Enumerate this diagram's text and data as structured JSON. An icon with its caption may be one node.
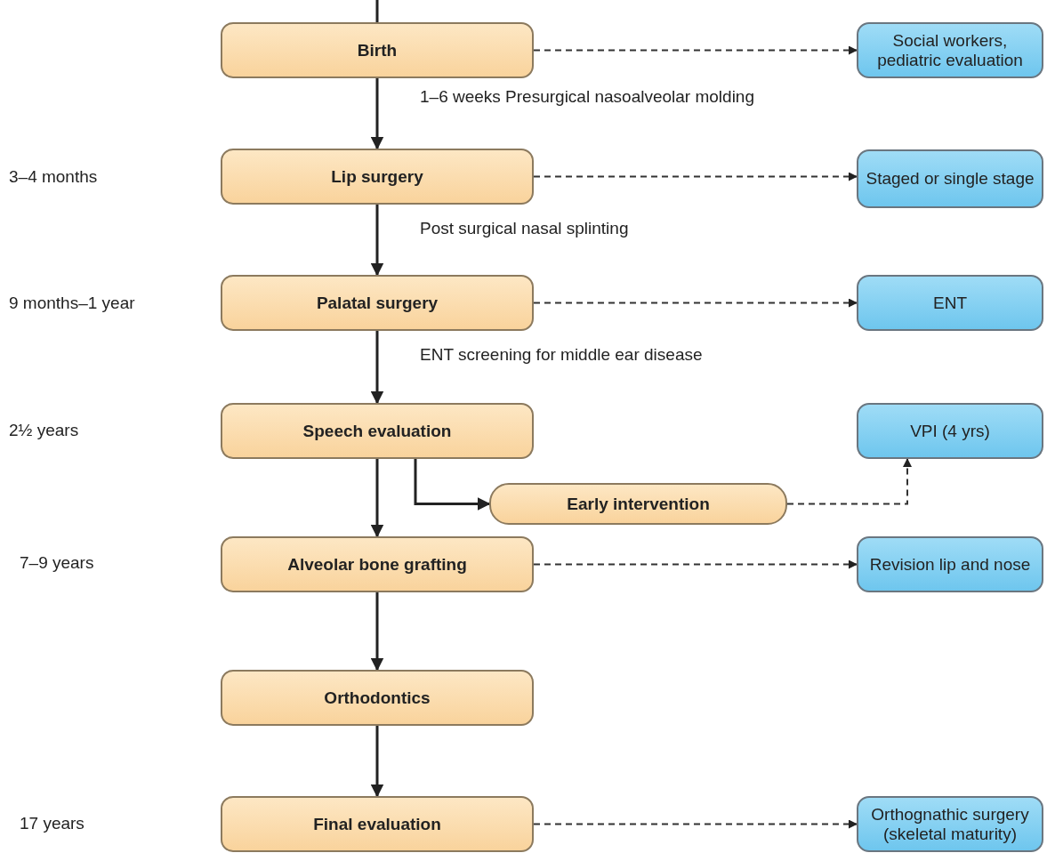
{
  "diagram": {
    "nodes": [
      {
        "text": [
          "Birth"
        ]
      },
      {
        "text": [
          "Social workers, pediatric evaluation"
        ]
      },
      {
        "text": [
          "Lip surgery"
        ]
      },
      {
        "text": [
          "Staged or single stage"
        ]
      },
      {
        "text": [
          "Palatal surgery"
        ]
      },
      {
        "text": [
          "ENT"
        ]
      },
      {
        "text": [
          "Speech evaluation"
        ]
      },
      {
        "text": [
          "VPI (4 yrs)"
        ]
      },
      {
        "text": [
          "Early intervention"
        ]
      },
      {
        "text": [
          "Alveolar bone grafting"
        ]
      },
      {
        "text": [
          "Revision lip and nose"
        ]
      },
      {
        "text": [
          "Orthodontics"
        ]
      },
      {
        "text": [
          "Final evaluation"
        ]
      },
      {
        "text": [
          "Orthognathic surgery (skeletal maturity)"
        ]
      }
    ],
    "edges": [
      {
        "from": null,
        "to": 0,
        "arrow": "none"
      },
      {
        "from": 0,
        "to": 2,
        "arrow": "to",
        "label": "1–6 weeks Presurgical nasoalveolar molding"
      },
      {
        "from": 2,
        "to": 4,
        "arrow": "to",
        "label": "Post surgical nasal splinting"
      },
      {
        "from": 4,
        "to": 6,
        "arrow": "to",
        "label": "ENT screening for middle ear disease"
      },
      {
        "from": 6,
        "to": 9,
        "arrow": "to"
      },
      {
        "from": 9,
        "to": 11,
        "arrow": "to"
      },
      {
        "from": 11,
        "to": 12,
        "arrow": "to"
      },
      {
        "from": 6,
        "to": 8,
        "arrow": "to"
      },
      {
        "from": 0,
        "to": 1,
        "arrow": "to",
        "style": "dashed"
      },
      {
        "from": 2,
        "to": 3,
        "arrow": "to",
        "style": "dashed"
      },
      {
        "from": 4,
        "to": 5,
        "arrow": "to",
        "style": "dashed"
      },
      {
        "from": 8,
        "to": 7,
        "arrow": "to",
        "style": "dashed"
      },
      {
        "from": 9,
        "to": 10,
        "arrow": "to",
        "style": "dashed"
      },
      {
        "from": 12,
        "to": 13,
        "arrow": "to",
        "style": "dashed"
      }
    ],
    "labels": [
      "3–4 months",
      "9 months–1 year",
      "2½ years",
      "7–9 years",
      "17 years"
    ]
  }
}
